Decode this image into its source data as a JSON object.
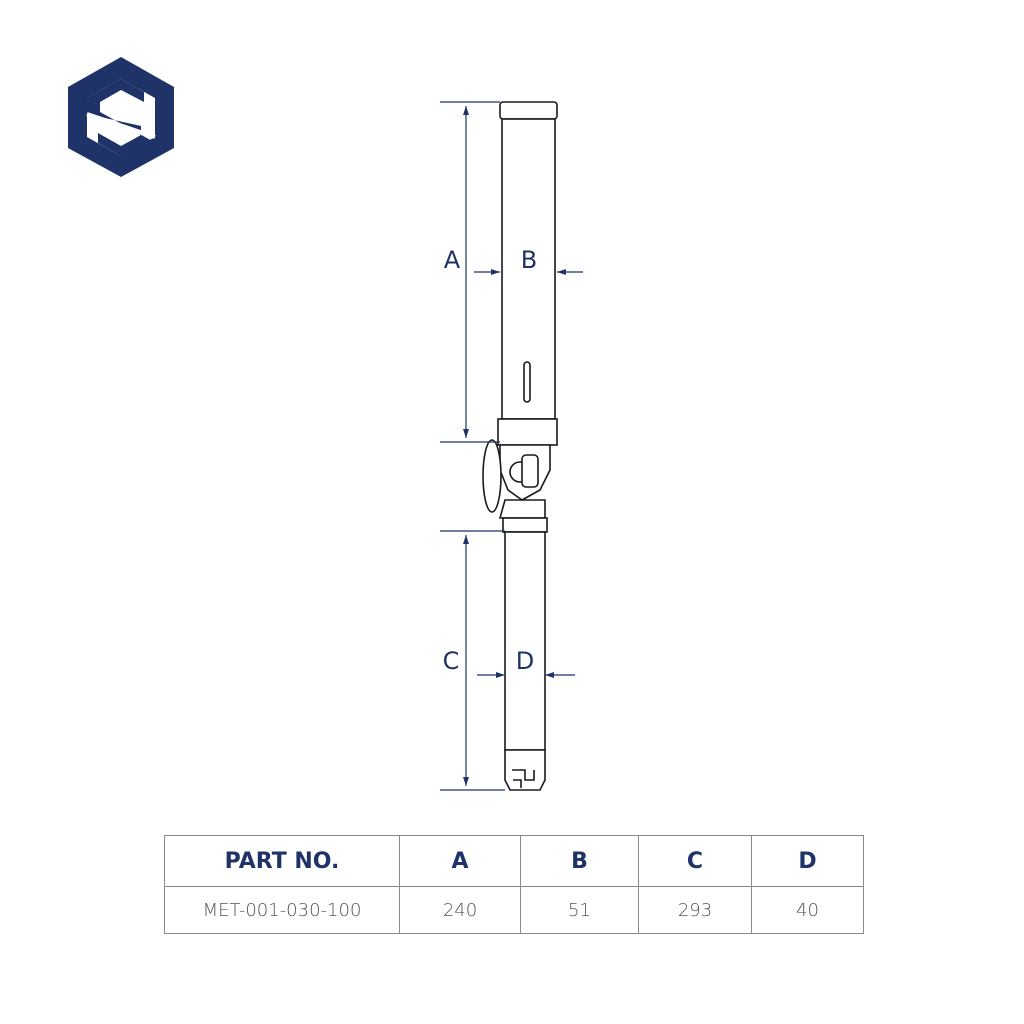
{
  "dimension_labels": {
    "a": "A",
    "b": "B",
    "c": "C",
    "d": "D"
  },
  "table": {
    "headers": [
      "PART NO.",
      "A",
      "B",
      "C",
      "D"
    ],
    "rows": [
      [
        "MET-001-030-100",
        "240",
        "51",
        "293",
        "40"
      ]
    ]
  },
  "colors": {
    "accent": "#1f3368",
    "line": "#1a1a1a",
    "grid": "#8a8a8a"
  }
}
